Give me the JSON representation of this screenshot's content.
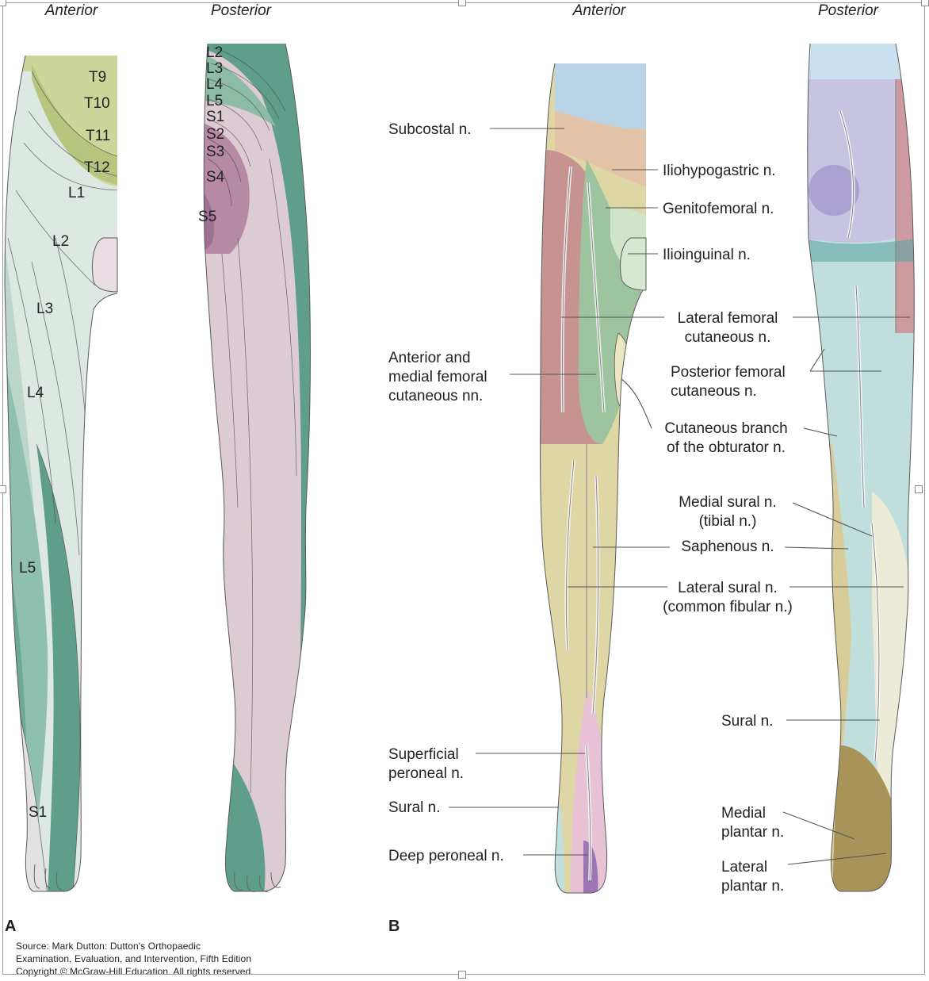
{
  "panel_a": {
    "letter": "A",
    "view_anterior": "Anterior",
    "view_posterior": "Posterior",
    "anterior_dermatomes": [
      "T9",
      "T10",
      "T11",
      "T12",
      "L1",
      "L2",
      "L3",
      "L4",
      "L5",
      "S1"
    ],
    "posterior_dermatomes": [
      "L2",
      "L3",
      "L4",
      "L5",
      "S1",
      "S2",
      "S3",
      "S4",
      "S5"
    ]
  },
  "panel_b": {
    "letter": "B",
    "view_anterior": "Anterior",
    "view_posterior": "Posterior",
    "labels": {
      "subcostal": "Subcostal n.",
      "iliohypogastric": "Iliohypogastric n.",
      "genitofemoral": "Genitofemoral n.",
      "ilioinguinal": "Ilioinguinal n.",
      "lateral_femoral_1": "Lateral femoral",
      "lateral_femoral_2": "cutaneous n.",
      "ant_med_femoral_1": "Anterior and",
      "ant_med_femoral_2": "medial femoral",
      "ant_med_femoral_3": "cutaneous nn.",
      "post_femoral_1": "Posterior femoral",
      "post_femoral_2": "cutaneous n.",
      "obturator_1": "Cutaneous branch",
      "obturator_2": "of the obturator n.",
      "medial_sural_1": "Medial sural n.",
      "medial_sural_2": "(tibial n.)",
      "saphenous": "Saphenous n.",
      "lateral_sural_1": "Lateral sural n.",
      "lateral_sural_2": "(common fibular n.)",
      "sural_posterior": "Sural n.",
      "superficial_peroneal_1": "Superficial",
      "superficial_peroneal_2": "peroneal n.",
      "sural_anterior": "Sural n.",
      "deep_peroneal": "Deep peroneal n.",
      "medial_plantar_1": "Medial",
      "medial_plantar_2": "plantar n.",
      "lateral_plantar_1": "Lateral",
      "lateral_plantar_2": "plantar n."
    }
  },
  "source": {
    "line1": "Source: Mark Dutton: Dutton's Orthopaedic",
    "line2": "Examination, Evaluation, and Intervention, Fifth Edition",
    "line3": "Copyright © McGraw-Hill Education. All rights reserved."
  },
  "colors": {
    "dermatome_green": "#5e9e8a",
    "dermatome_pale": "#dfe9e3",
    "dermatome_pink": "#c9a6b4",
    "thoracic_band": "#c9d394",
    "nerve_pink": "#c8928f",
    "nerve_green": "#95bf96",
    "nerve_yellow": "#ded6a4",
    "nerve_blue": "#b9d4e4",
    "nerve_cyan": "#b8dcd9",
    "nerve_lavender": "#c7c4e2",
    "nerve_olive": "#b3a06a",
    "leader_line": "#555555"
  }
}
